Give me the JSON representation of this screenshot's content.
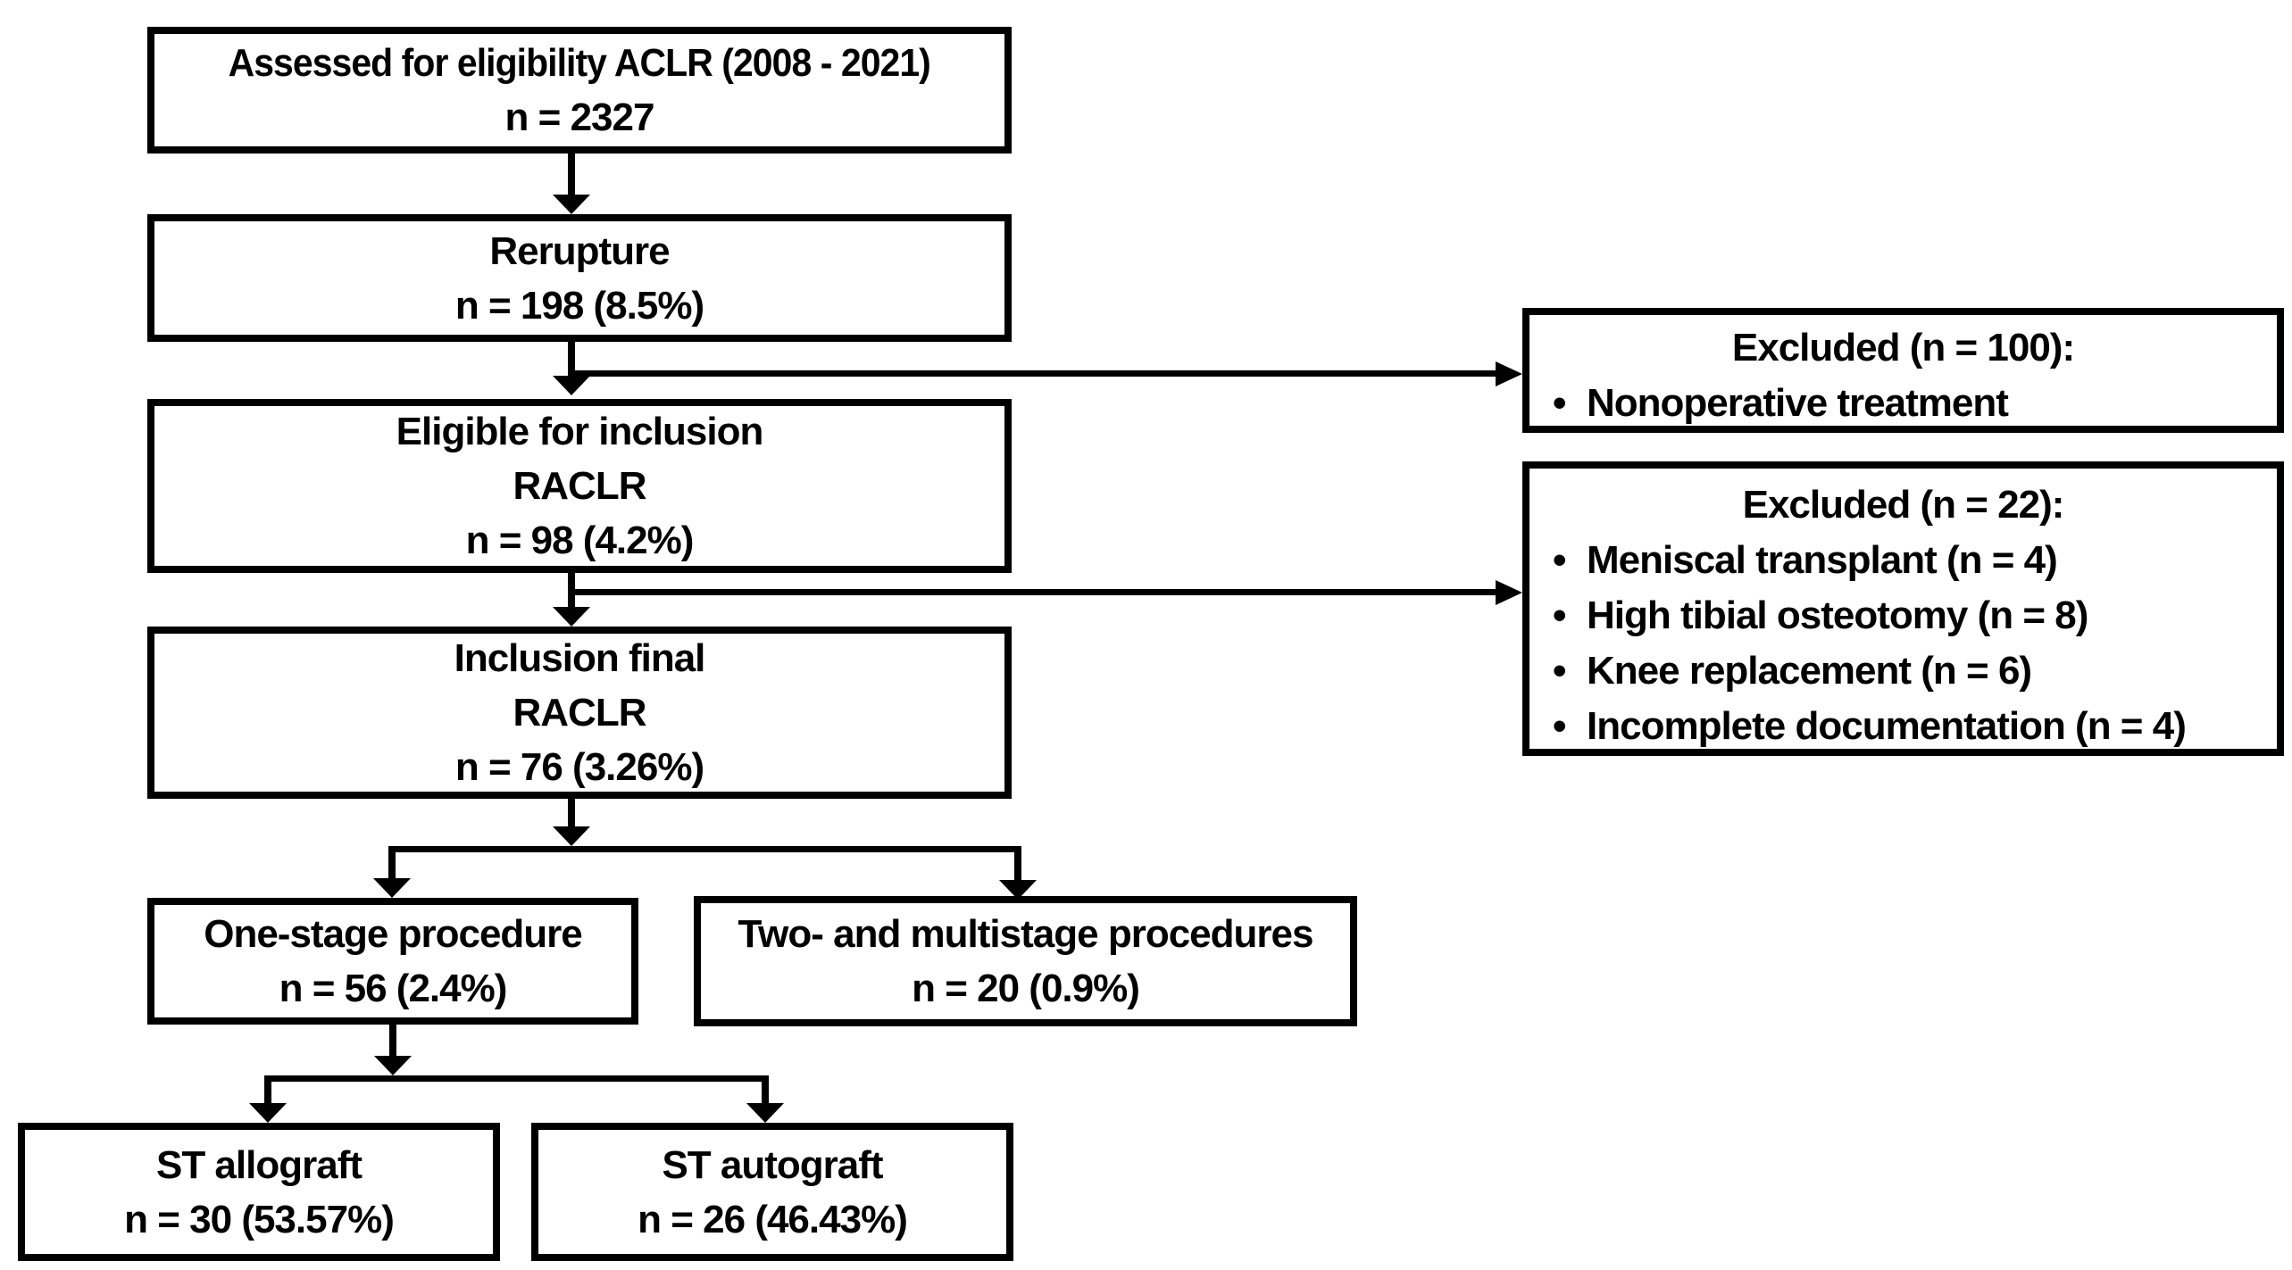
{
  "bullet_char": "•",
  "colors": {
    "line": "#000000",
    "background": "#ffffff",
    "text": "#000000"
  },
  "nodes": {
    "assessed": {
      "lines": [
        "Assessed for eligibility ACLR (2008 - 2021)",
        "n = 2327"
      ]
    },
    "rerupture": {
      "lines": [
        "Rerupture",
        "n = 198 (8.5%)"
      ]
    },
    "eligible": {
      "lines": [
        "Eligible for inclusion",
        "RACLR",
        "n = 98 (4.2%)"
      ]
    },
    "inclusion_final": {
      "lines": [
        "Inclusion final",
        "RACLR",
        "n = 76 (3.26%)"
      ]
    },
    "one_stage": {
      "lines": [
        "One-stage procedure",
        "n = 56 (2.4%)"
      ]
    },
    "multi_stage": {
      "lines": [
        "Two- and multistage procedures",
        "n = 20 (0.9%)"
      ]
    },
    "st_allograft": {
      "lines": [
        "ST allograft",
        "n = 30 (53.57%)"
      ]
    },
    "st_autograft": {
      "lines": [
        "ST autograft",
        "n = 26 (46.43%)"
      ]
    },
    "excluded_100": {
      "title": "Excluded (n = 100):",
      "bullets": [
        "Nonoperative treatment"
      ]
    },
    "excluded_22": {
      "title": "Excluded (n = 22):",
      "bullets": [
        "Meniscal transplant (n = 4)",
        "High tibial osteotomy (n = 8)",
        "Knee replacement (n = 6)",
        "Incomplete documentation (n = 4)"
      ]
    }
  },
  "edges": [
    {
      "from": "assessed",
      "to": "rerupture"
    },
    {
      "from": "rerupture",
      "to": "eligible"
    },
    {
      "from": "rerupture",
      "to": "excluded_100"
    },
    {
      "from": "eligible",
      "to": "inclusion_final"
    },
    {
      "from": "eligible",
      "to": "excluded_22"
    },
    {
      "from": "inclusion_final",
      "to": "one_stage"
    },
    {
      "from": "inclusion_final",
      "to": "multi_stage"
    },
    {
      "from": "one_stage",
      "to": "st_allograft"
    },
    {
      "from": "one_stage",
      "to": "st_autograft"
    }
  ]
}
